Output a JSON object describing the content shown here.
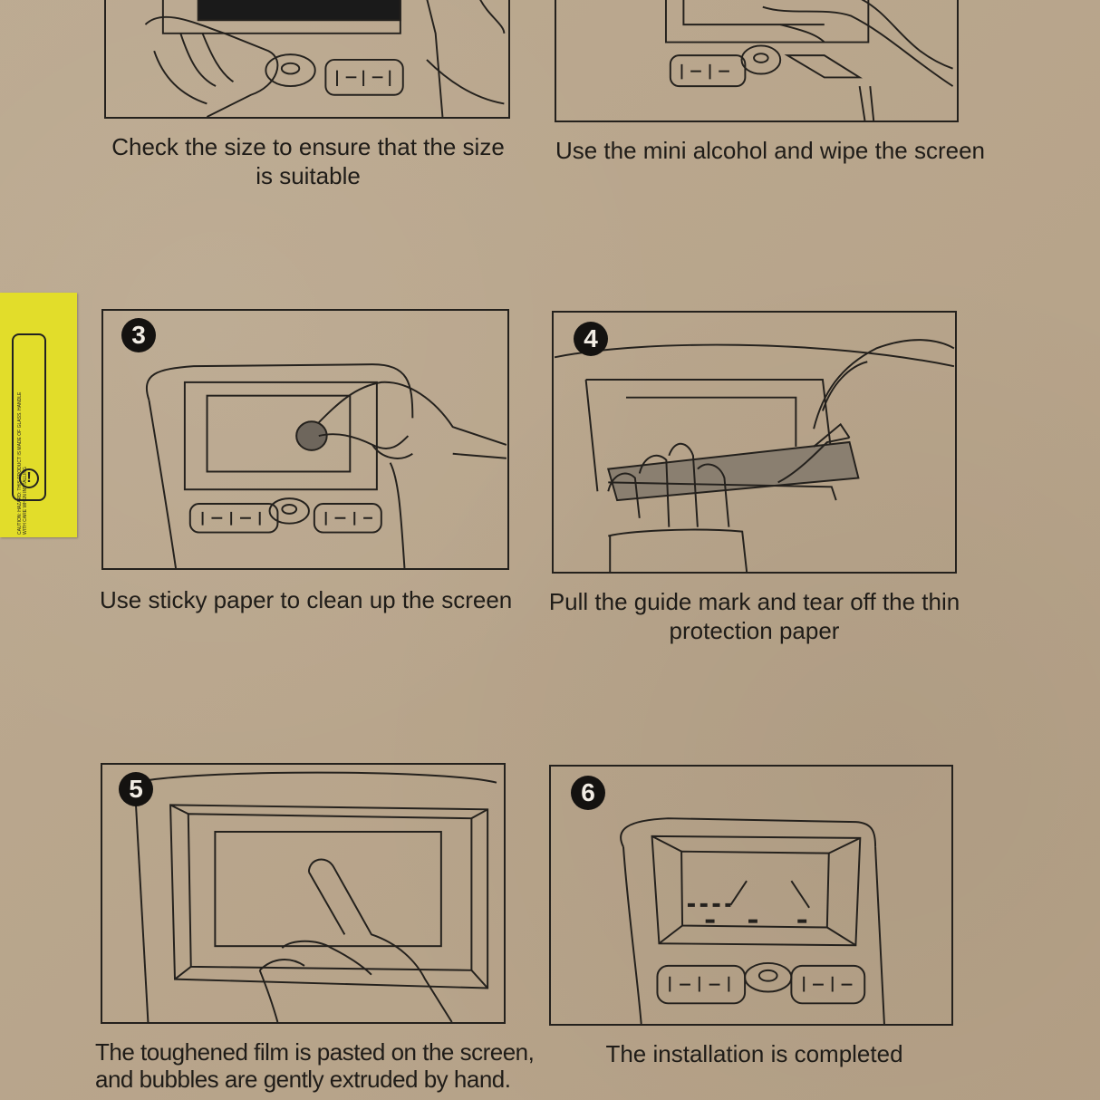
{
  "steps": [
    {
      "number": "",
      "caption_lines": [
        "Check the size to ensure that the size",
        "is suitable"
      ]
    },
    {
      "number": "",
      "caption_lines": [
        "Use the mini alcohol and wipe the screen"
      ]
    },
    {
      "number": "3",
      "caption_lines": [
        "Use sticky paper to clean up the screen"
      ]
    },
    {
      "number": "4",
      "caption_lines": [
        "Pull the guide mark and tear off the thin",
        "protection paper"
      ]
    },
    {
      "number": "5",
      "caption_lines": [
        "The toughened film is pasted on the screen,",
        "and bubbles are gently extruded by hand."
      ]
    },
    {
      "number": "6",
      "caption_lines": [
        "The installation is completed"
      ]
    }
  ],
  "sticker": {
    "text": "CAUTION: HAZARD: THIS PRODUCT IS MADE OF GLASS. HANDLE WITH CARE WHEN INSTALLING",
    "icon": "warning-exclamation-icon",
    "color": "#e2dd2a"
  },
  "colors": {
    "cardboard": "#b9a68d",
    "ink": "#24211d",
    "film": "#8a7f70"
  }
}
